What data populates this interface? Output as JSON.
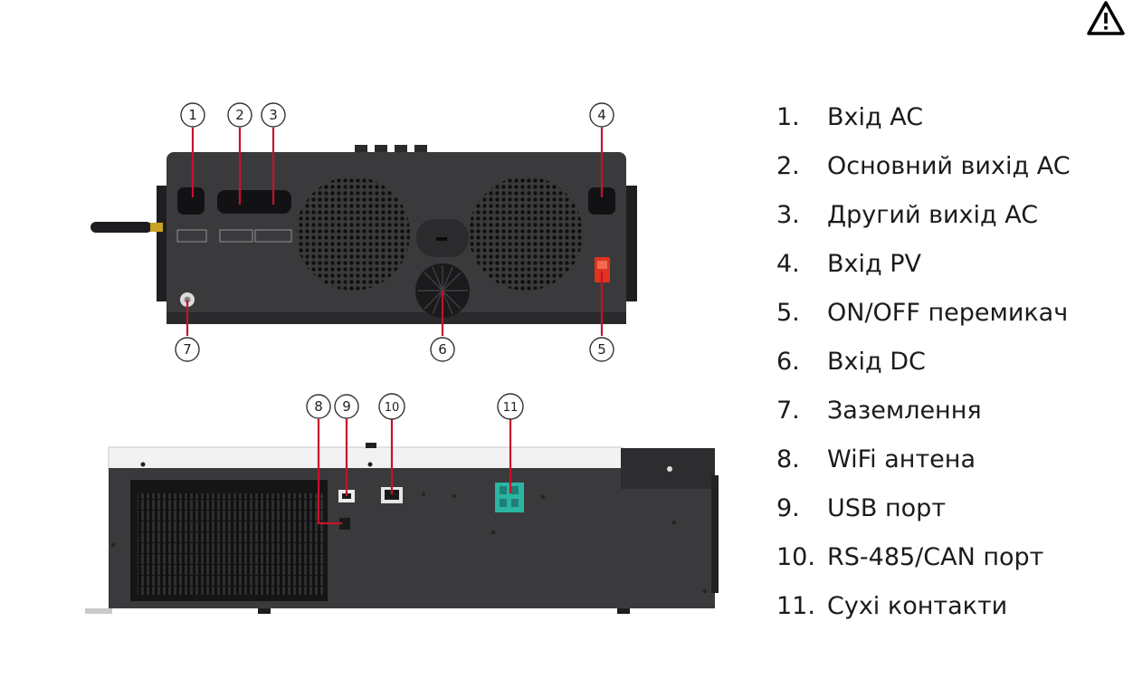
{
  "callouts": [
    "1",
    "2",
    "3",
    "4",
    "5",
    "6",
    "7",
    "8",
    "9",
    "10",
    "11"
  ],
  "legend": {
    "items": [
      {
        "num": "1.",
        "label": "Вхід AC"
      },
      {
        "num": "2.",
        "label": "Основний вихід AC"
      },
      {
        "num": "3.",
        "label": "Другий вихід AC"
      },
      {
        "num": "4.",
        "label": "Вхід PV"
      },
      {
        "num": "5.",
        "label": "ON/OFF перемикач"
      },
      {
        "num": "6.",
        "label": "Вхід DC"
      },
      {
        "num": "7.",
        "label": "Заземлення"
      },
      {
        "num": "8.",
        "label": "WiFi антена"
      },
      {
        "num": "9.",
        "label": "USB порт"
      },
      {
        "num": "10.",
        "label": "RS-485/CAN порт"
      },
      {
        "num": "11.",
        "label": "Сухі контакти"
      }
    ]
  },
  "colors": {
    "device_body": "#3a3a3c",
    "leader_line": "#c8102e",
    "dry_contact": "#2bb5a3",
    "antenna_tip": "#c9a227"
  }
}
